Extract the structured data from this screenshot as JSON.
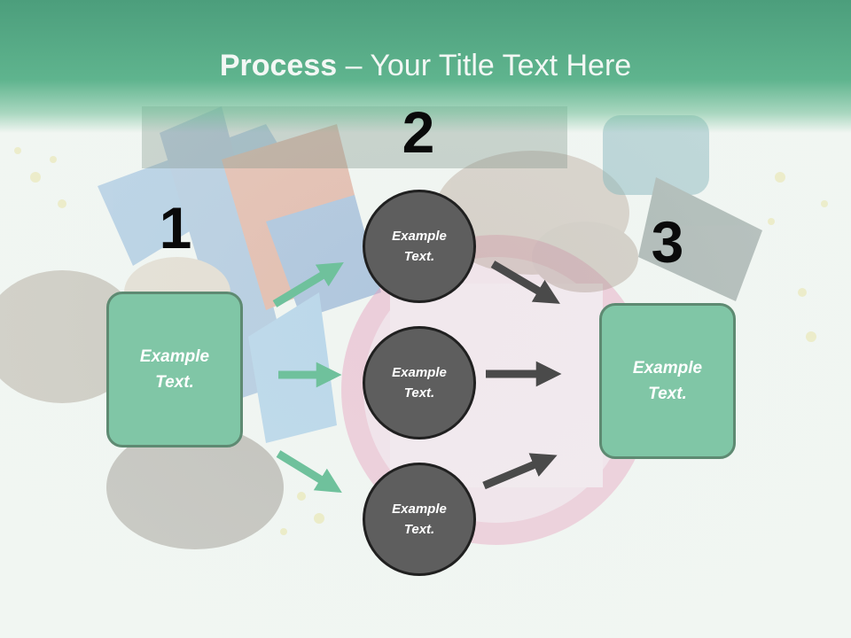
{
  "title": {
    "bold": "Process",
    "rest": " – Your Title Text Here"
  },
  "steps": [
    {
      "number": "1",
      "text": "Example\nText."
    },
    {
      "number": "2",
      "items": [
        "Example\nText.",
        "Example\nText.",
        "Example\nText."
      ]
    },
    {
      "number": "3",
      "text": "Example\nText."
    }
  ],
  "colors": {
    "title_band": "#5fb48e",
    "box_fill": "#80c6a6",
    "box_border": "#5e8a72",
    "circle_fill": "#5e5e5e",
    "circle_border": "#202020",
    "arrow_green": "#6fc19c",
    "arrow_dark": "#4a4a4a"
  }
}
